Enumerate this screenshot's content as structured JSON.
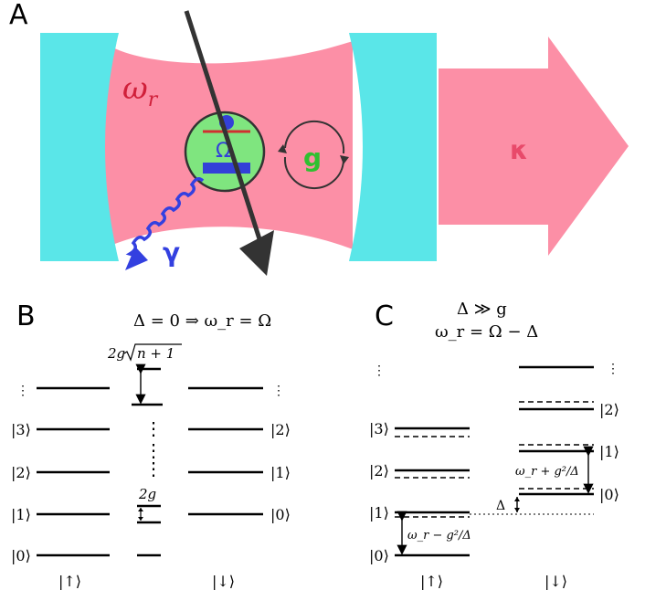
{
  "panels": {
    "a": {
      "label": "A",
      "omega_r": "ω_r",
      "omega_r_base": "ω",
      "omega_r_sub": "r",
      "omega_big": "Ω",
      "g": "g",
      "kappa": "κ",
      "gamma": "γ"
    },
    "b": {
      "label": "B",
      "title": "Δ = 0 ⇒ ω_r = Ω",
      "gap_top": "2g√(n+1)",
      "gap_top_text": "2g",
      "gap_top_root": "n + 1",
      "gap_bottom": "2g",
      "left_states": [
        "|3⟩",
        "|2⟩",
        "|1⟩",
        "|0⟩"
      ],
      "right_states": [
        "|2⟩",
        "|1⟩",
        "|0⟩"
      ],
      "left_axis": "|↑⟩",
      "right_axis": "|↓⟩",
      "vdots": "⋮"
    },
    "c": {
      "label": "C",
      "title_line1": "Δ ≫ g",
      "title_line2": "ω_r = Ω − Δ",
      "left_states": [
        "|3⟩",
        "|2⟩",
        "|1⟩",
        "|0⟩"
      ],
      "right_states": [
        "|2⟩",
        "|1⟩",
        "|0⟩"
      ],
      "left_gap": "ω_r − g²/Δ",
      "right_gap": "ω_r + g²/Δ",
      "delta": "Δ",
      "left_axis": "|↑⟩",
      "right_axis": "|↓⟩",
      "vdots": "⋮"
    }
  },
  "colors": {
    "mirror": "#5ae6e8",
    "beam": "#fc8fa6",
    "atom": "#7fe57f",
    "omega": "#3340d8",
    "level_red": "#d03030",
    "gamma": "#3340e0",
    "g": "#30c030",
    "kappa": "#e84a6a",
    "omega_r": "#d0203a",
    "arrow": "#333333"
  }
}
